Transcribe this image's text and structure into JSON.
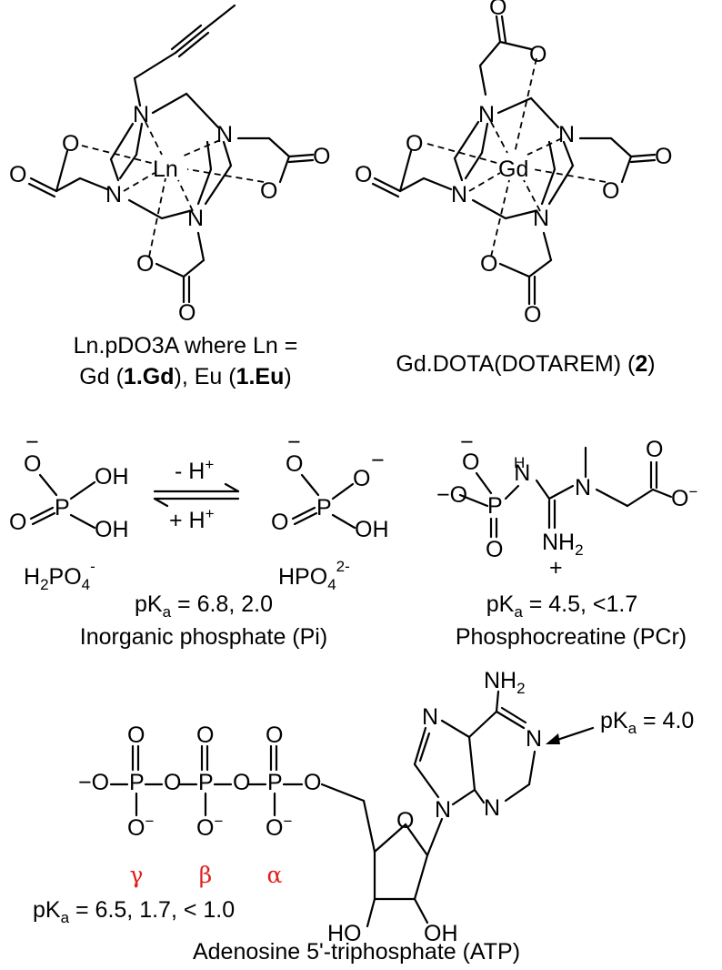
{
  "structures": {
    "ln_pdo3a": {
      "metal": "Ln",
      "caption_line1": "Ln.pDO3A where Ln =",
      "caption_line2_a": "Gd (",
      "caption_line2_b": "1.Gd",
      "caption_line2_c": "), Eu (",
      "caption_line2_d": "1.Eu",
      "caption_line2_e": ")"
    },
    "gd_dota": {
      "metal": "Gd",
      "caption_a": "Gd.DOTA(DOTAREM) (",
      "caption_b": "2",
      "caption_c": ")"
    },
    "phosphate": {
      "arrow_top": "- H",
      "arrow_bottom": "+ H",
      "plus": "+",
      "left_label": "H",
      "left_label_2": "PO",
      "left_sub_2": "2",
      "left_sub_4": "4",
      "left_charge": "-",
      "right_label": "HPO",
      "right_sub_4": "4",
      "right_charge": "2-",
      "pka_a": "pK",
      "pka_sub": "a",
      "pka_values": " = 6.8, 2.0",
      "name": "Inorganic phosphate (Pi)"
    },
    "phosphocreatine": {
      "amine": "NH",
      "amine_sub": "2",
      "plus": "+",
      "pka_a": "pK",
      "pka_sub": "a",
      "pka_values": " = 4.5, <1.7",
      "name": "Phosphocreatine (PCr)"
    },
    "atp": {
      "amine": "NH",
      "amine_sub": "2",
      "n1_pka_a": "pK",
      "n1_pka_sub": "a",
      "n1_pka_values": " = 4.0",
      "gamma": "γ",
      "beta": "β",
      "alpha": "α",
      "pka_a": "pK",
      "pka_sub": "a",
      "pka_values": " = 6.5, 1.7, < 1.0",
      "name": "Adenosine 5'-triphosphate (ATP)"
    }
  },
  "atoms": {
    "N": "N",
    "O": "O",
    "P": "P",
    "OH": "OH",
    "HO": "HO",
    "minus": "−"
  }
}
